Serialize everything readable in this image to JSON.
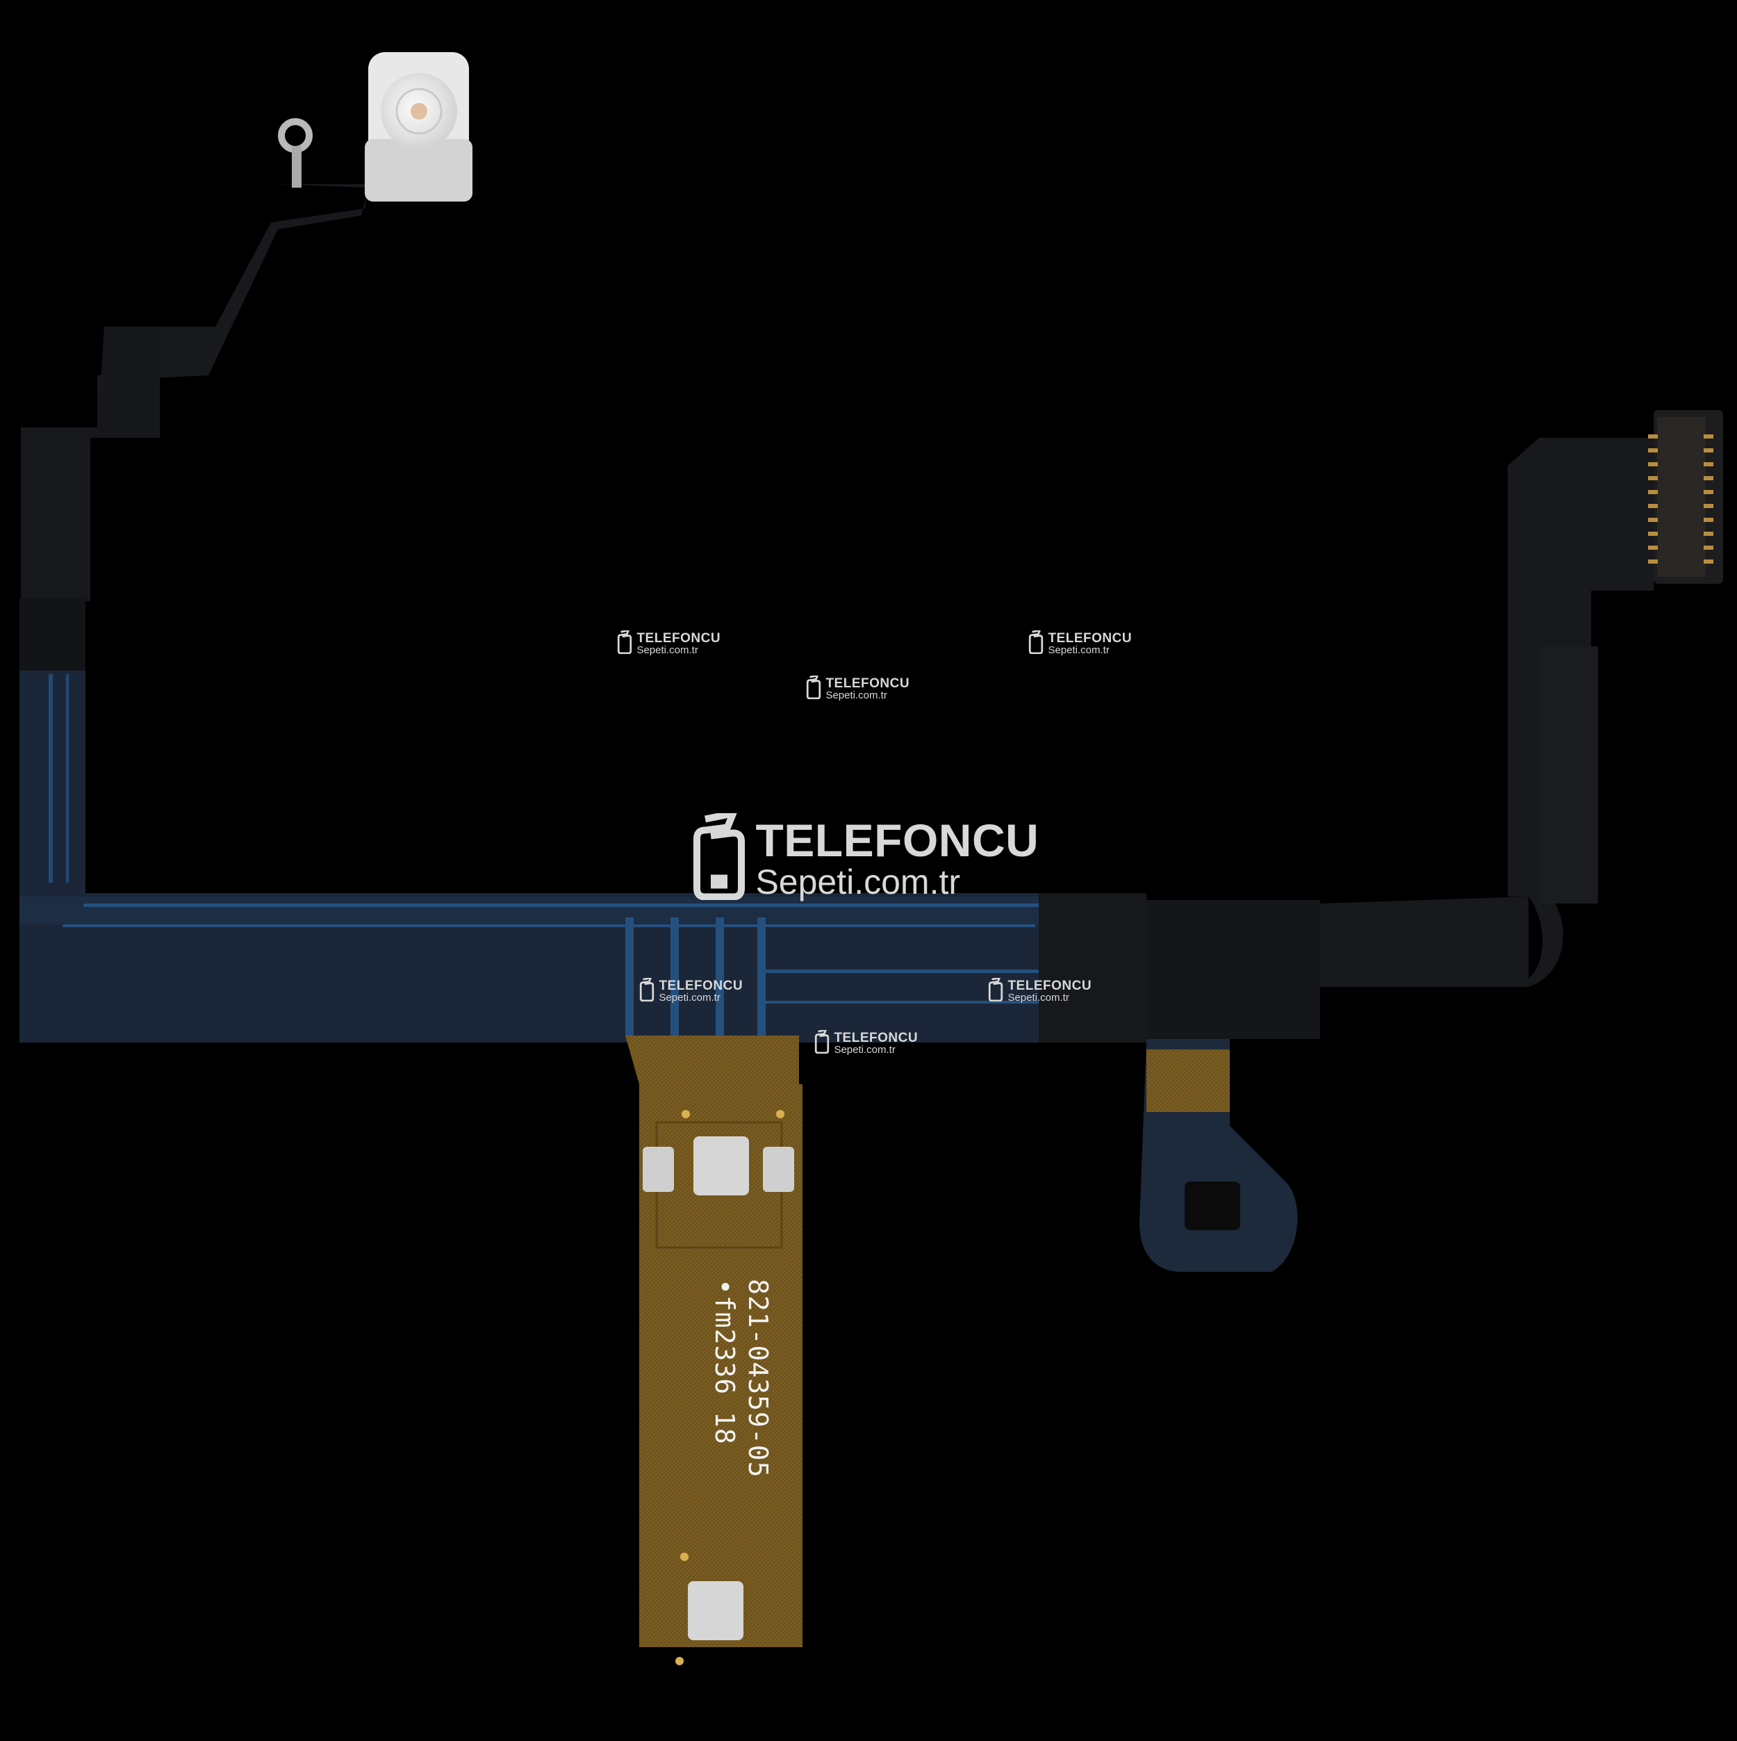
{
  "watermark": {
    "brand": "TELEFONCU",
    "domain": "Sepeti.com.tr"
  },
  "part_label": {
    "line1": "821-04359-05",
    "line2": "•fm2336 18"
  },
  "colors": {
    "background": "#000000",
    "flex_dark": "#15171c",
    "flex_blue_trace": "#1f3e63",
    "flex_gold": "#7a5b20",
    "pad_silver": "#cfcfcf",
    "led_white": "#e9e9e9"
  }
}
